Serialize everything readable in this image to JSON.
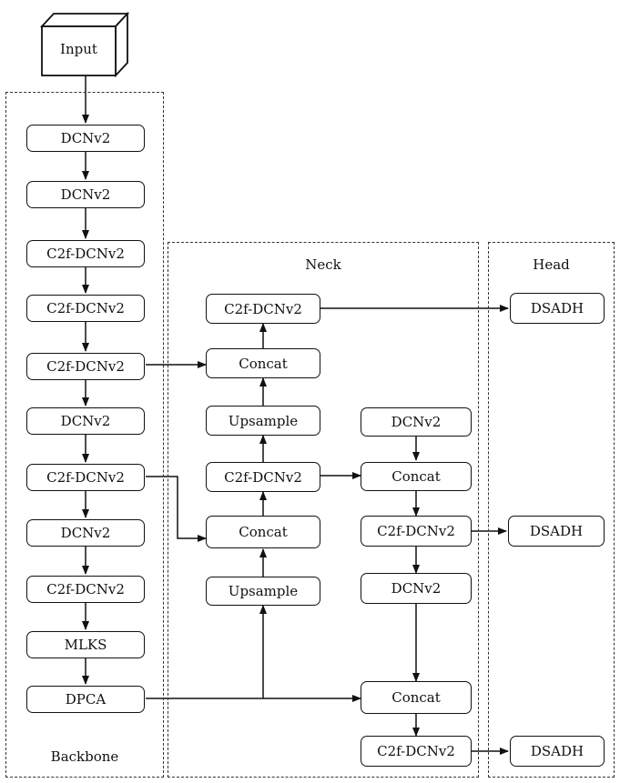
{
  "input": {
    "label": "Input"
  },
  "regions": {
    "backbone": "Backbone",
    "neck": "Neck",
    "head": "Head"
  },
  "backbone": [
    "DCNv2",
    "DCNv2",
    "C2f-DCNv2",
    "C2f-DCNv2",
    "C2f-DCNv2",
    "DCNv2",
    "C2f-DCNv2",
    "DCNv2",
    "C2f-DCNv2",
    "MLKS",
    "DPCA"
  ],
  "neck_left": {
    "c2f_top": "C2f-DCNv2",
    "concat_top": "Concat",
    "upsample_top": "Upsample",
    "c2f_mid": "C2f-DCNv2",
    "concat_mid": "Concat",
    "upsample_bottom": "Upsample"
  },
  "neck_right": {
    "dcnv2_top": "DCNv2",
    "concat_top": "Concat",
    "c2f_mid": "C2f-DCNv2",
    "dcnv2_mid": "DCNv2",
    "concat_bottom": "Concat",
    "c2f_bottom": "C2f-DCNv2"
  },
  "head": [
    "DSADH",
    "DSADH",
    "DSADH"
  ]
}
